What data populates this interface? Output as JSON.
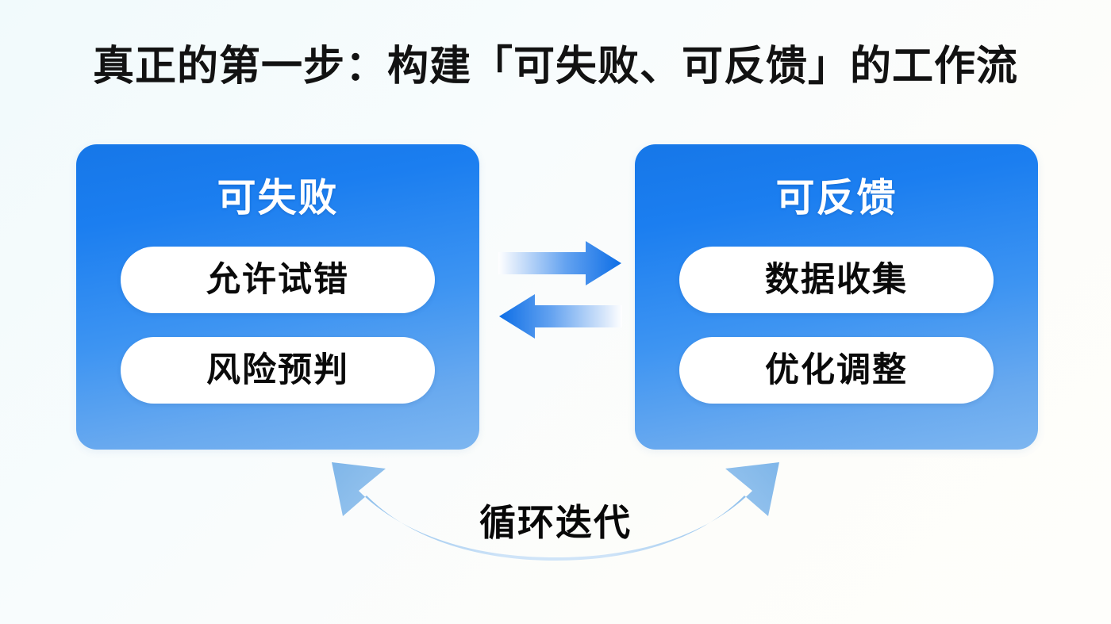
{
  "page": {
    "title": "真正的第一步：构建「可失败、可反馈」的工作流",
    "background_color": "#f6fbfc"
  },
  "colors": {
    "card_gradient_top": "#1677e8",
    "card_gradient_bottom": "#7db6f0",
    "pill_background": "#ffffff",
    "pill_text": "#0a0a0a",
    "card_title_text": "#ffffff",
    "title_text": "#121212",
    "arrow_strong_blue": "#1677e8",
    "arrow_light_blue": "#cfe4fa",
    "loop_arc_blue": "#8fc1ec"
  },
  "cards": [
    {
      "id": "failable",
      "title": "可失败",
      "items": [
        {
          "label": "允许试错"
        },
        {
          "label": "风险预判"
        }
      ]
    },
    {
      "id": "feedback",
      "title": "可反馈",
      "items": [
        {
          "label": "数据收集"
        },
        {
          "label": "优化调整"
        }
      ]
    }
  ],
  "connectors": {
    "exchange": {
      "icon_top": "arrow-right-icon",
      "icon_bottom": "arrow-left-icon",
      "top_direction": "right",
      "bottom_direction": "left"
    },
    "loop": {
      "icon": "double-headed-curved-arrow-icon",
      "label": "循环迭代"
    }
  }
}
